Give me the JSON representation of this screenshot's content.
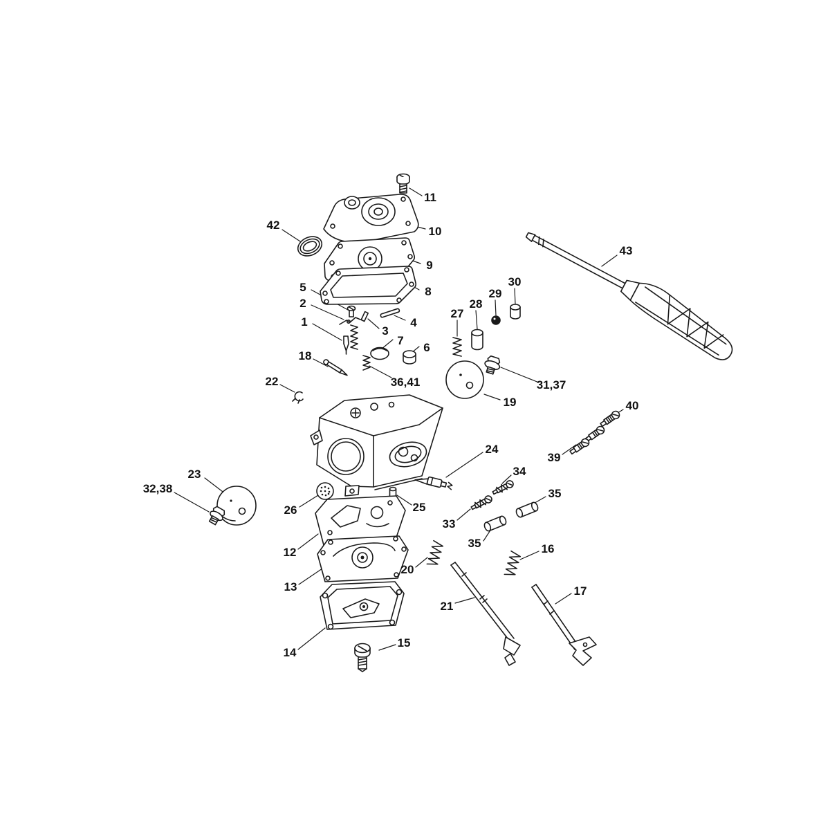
{
  "diagram": {
    "type": "exploded-parts-diagram",
    "colors": {
      "line": "#1a1a1a",
      "background": "#ffffff"
    },
    "labels": [
      {
        "part": "11",
        "text": "11"
      },
      {
        "part": "10",
        "text": "10"
      },
      {
        "part": "42",
        "text": "42"
      },
      {
        "part": "9",
        "text": "9"
      },
      {
        "part": "8",
        "text": "8"
      },
      {
        "part": "5",
        "text": "5"
      },
      {
        "part": "2",
        "text": "2"
      },
      {
        "part": "1",
        "text": "1"
      },
      {
        "part": "4",
        "text": "4"
      },
      {
        "part": "3",
        "text": "3"
      },
      {
        "part": "7",
        "text": "7"
      },
      {
        "part": "6",
        "text": "6"
      },
      {
        "part": "27",
        "text": "27"
      },
      {
        "part": "28",
        "text": "28"
      },
      {
        "part": "29",
        "text": "29"
      },
      {
        "part": "30",
        "text": "30"
      },
      {
        "part": "43",
        "text": "43"
      },
      {
        "part": "18",
        "text": "18"
      },
      {
        "part": "36-41",
        "text": "36,41"
      },
      {
        "part": "22",
        "text": "22"
      },
      {
        "part": "31-37",
        "text": "31,37"
      },
      {
        "part": "19",
        "text": "19"
      },
      {
        "part": "40",
        "text": "40"
      },
      {
        "part": "39",
        "text": "39"
      },
      {
        "part": "24",
        "text": "24"
      },
      {
        "part": "34",
        "text": "34"
      },
      {
        "part": "23",
        "text": "23"
      },
      {
        "part": "32-38",
        "text": "32,38"
      },
      {
        "part": "26",
        "text": "26"
      },
      {
        "part": "25",
        "text": "25"
      },
      {
        "part": "35-upper",
        "text": "35"
      },
      {
        "part": "33",
        "text": "33"
      },
      {
        "part": "12",
        "text": "12"
      },
      {
        "part": "35-lower",
        "text": "35"
      },
      {
        "part": "20",
        "text": "20"
      },
      {
        "part": "16",
        "text": "16"
      },
      {
        "part": "13",
        "text": "13"
      },
      {
        "part": "21",
        "text": "21"
      },
      {
        "part": "17",
        "text": "17"
      },
      {
        "part": "14",
        "text": "14"
      },
      {
        "part": "15",
        "text": "15"
      }
    ]
  }
}
